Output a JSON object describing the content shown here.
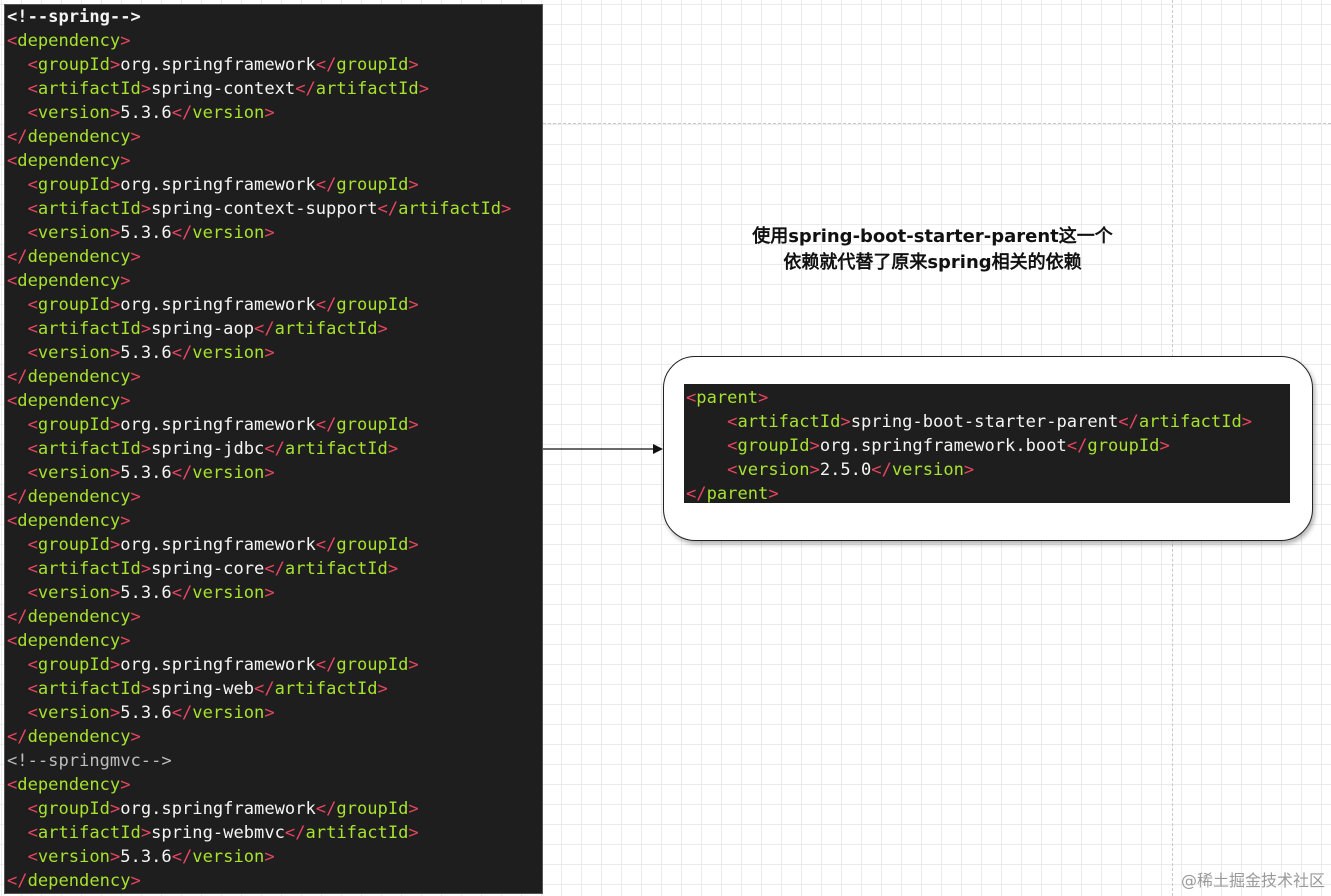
{
  "left_code": [
    {
      "kind": "comment",
      "text": "<!--spring-->",
      "bold": true
    },
    {
      "kind": "open",
      "indent": "",
      "tag": "dependency"
    },
    {
      "kind": "element",
      "indent": "  ",
      "tag": "groupId",
      "value": "org.springframework"
    },
    {
      "kind": "element",
      "indent": "  ",
      "tag": "artifactId",
      "value": "spring-context"
    },
    {
      "kind": "element",
      "indent": "  ",
      "tag": "version",
      "value": "5.3.6"
    },
    {
      "kind": "close",
      "indent": "",
      "tag": "dependency"
    },
    {
      "kind": "open",
      "indent": "",
      "tag": "dependency"
    },
    {
      "kind": "element",
      "indent": "  ",
      "tag": "groupId",
      "value": "org.springframework"
    },
    {
      "kind": "element",
      "indent": "  ",
      "tag": "artifactId",
      "value": "spring-context-support"
    },
    {
      "kind": "element",
      "indent": "  ",
      "tag": "version",
      "value": "5.3.6"
    },
    {
      "kind": "close",
      "indent": "",
      "tag": "dependency"
    },
    {
      "kind": "open",
      "indent": "",
      "tag": "dependency"
    },
    {
      "kind": "element",
      "indent": "  ",
      "tag": "groupId",
      "value": "org.springframework"
    },
    {
      "kind": "element",
      "indent": "  ",
      "tag": "artifactId",
      "value": "spring-aop"
    },
    {
      "kind": "element",
      "indent": "  ",
      "tag": "version",
      "value": "5.3.6"
    },
    {
      "kind": "close",
      "indent": "",
      "tag": "dependency"
    },
    {
      "kind": "open",
      "indent": "",
      "tag": "dependency"
    },
    {
      "kind": "element",
      "indent": "  ",
      "tag": "groupId",
      "value": "org.springframework"
    },
    {
      "kind": "element",
      "indent": "  ",
      "tag": "artifactId",
      "value": "spring-jdbc"
    },
    {
      "kind": "element",
      "indent": "  ",
      "tag": "version",
      "value": "5.3.6"
    },
    {
      "kind": "close",
      "indent": "",
      "tag": "dependency"
    },
    {
      "kind": "open",
      "indent": "",
      "tag": "dependency"
    },
    {
      "kind": "element",
      "indent": "  ",
      "tag": "groupId",
      "value": "org.springframework"
    },
    {
      "kind": "element",
      "indent": "  ",
      "tag": "artifactId",
      "value": "spring-core"
    },
    {
      "kind": "element",
      "indent": "  ",
      "tag": "version",
      "value": "5.3.6"
    },
    {
      "kind": "close",
      "indent": "",
      "tag": "dependency"
    },
    {
      "kind": "open",
      "indent": "",
      "tag": "dependency"
    },
    {
      "kind": "element",
      "indent": "  ",
      "tag": "groupId",
      "value": "org.springframework"
    },
    {
      "kind": "element",
      "indent": "  ",
      "tag": "artifactId",
      "value": "spring-web"
    },
    {
      "kind": "element",
      "indent": "  ",
      "tag": "version",
      "value": "5.3.6"
    },
    {
      "kind": "close",
      "indent": "",
      "tag": "dependency"
    },
    {
      "kind": "comment",
      "text": "<!--springmvc-->",
      "bold": false
    },
    {
      "kind": "open",
      "indent": "",
      "tag": "dependency"
    },
    {
      "kind": "element",
      "indent": "  ",
      "tag": "groupId",
      "value": "org.springframework"
    },
    {
      "kind": "element",
      "indent": "  ",
      "tag": "artifactId",
      "value": "spring-webmvc"
    },
    {
      "kind": "element",
      "indent": "  ",
      "tag": "version",
      "value": "5.3.6"
    },
    {
      "kind": "close",
      "indent": "",
      "tag": "dependency"
    }
  ],
  "annotation": {
    "line1": "使用spring-boot-starter-parent这一个",
    "line2": "依赖就代替了原来spring相关的依赖"
  },
  "right_code": [
    {
      "kind": "open",
      "indent": "",
      "tag": "parent"
    },
    {
      "kind": "element",
      "indent": "    ",
      "tag": "artifactId",
      "value": "spring-boot-starter-parent"
    },
    {
      "kind": "element",
      "indent": "    ",
      "tag": "groupId",
      "value": "org.springframework.boot"
    },
    {
      "kind": "element",
      "indent": "    ",
      "tag": "version",
      "value": "2.5.0"
    },
    {
      "kind": "close",
      "indent": "",
      "tag": "parent"
    }
  ],
  "watermark": "@稀土掘金技术社区",
  "colors": {
    "code_background": "#1e1e1e",
    "bracket": "#e8455f",
    "tag_name": "#a6e22e",
    "text": "#f4f4f4",
    "comment": "#bdbdbd"
  }
}
